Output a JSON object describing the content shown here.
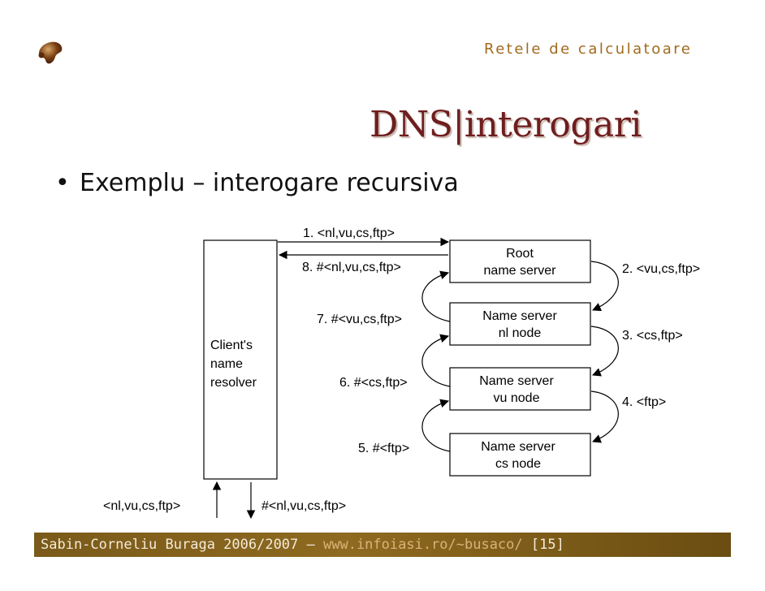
{
  "header": {
    "course": "Retele de calculatoare",
    "title": "DNS|interogari"
  },
  "bullet": {
    "text": "Exemplu – interogare recursiva"
  },
  "diagram": {
    "resolver_lines": [
      "Client's",
      "name",
      "resolver"
    ],
    "servers": [
      {
        "line1": "Root",
        "line2": "name server"
      },
      {
        "line1": "Name server",
        "line2": "nl node"
      },
      {
        "line1": "Name server",
        "line2": "vu node"
      },
      {
        "line1": "Name server",
        "line2": "cs node"
      }
    ],
    "messages": {
      "m1": "1. <nl,vu,cs,ftp>",
      "m2": "2. <vu,cs,ftp>",
      "m3": "3. <cs,ftp>",
      "m4": "4. <ftp>",
      "m5": "5. #<ftp>",
      "m6": "6. #<cs,ftp>",
      "m7": "7. #<vu,cs,ftp>",
      "m8": "8. #<nl,vu,cs,ftp>"
    },
    "bottom_in": "<nl,vu,cs,ftp>",
    "bottom_out": "#<nl,vu,cs,ftp>"
  },
  "footer": {
    "author": "Sabin-Corneliu Buraga 2006/2007 – ",
    "url": "www.infoiasi.ro/~busaco/",
    "page": " [15]"
  },
  "colors": {
    "title": "#6e1e1e",
    "course": "#a06a1c",
    "footer_bg": "#7a5a1a"
  }
}
